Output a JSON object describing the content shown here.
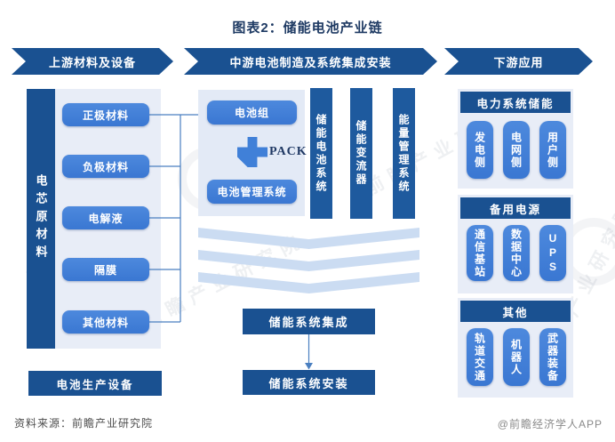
{
  "title": "图表2：储能电池产业链",
  "banners": {
    "upstream": "上游材料及设备",
    "midstream": "中游电池制造及系统集成安装",
    "downstream": "下游应用"
  },
  "upstream": {
    "side_label": "电芯原材料",
    "materials": [
      "正极材料",
      "负极材料",
      "电解液",
      "隔膜",
      "其他材料"
    ],
    "equipment": "电池生产设备"
  },
  "midstream": {
    "battery_pack": "电池组",
    "pack_label": "PACK",
    "bms": "电池管理系统",
    "system_bars": [
      "储能电池系统",
      "储能变流器",
      "能量管理系统"
    ],
    "integration": "储能系统集成",
    "installation": "储能系统安装"
  },
  "downstream": {
    "groups": [
      {
        "header": "电力系统储能",
        "items": [
          "发电侧",
          "电网侧",
          "用户侧"
        ]
      },
      {
        "header": "备用电源",
        "items": [
          "通信基站",
          "数据中心",
          "UPS"
        ]
      },
      {
        "header": "其他",
        "items": [
          "轨道交通",
          "机器人",
          "武器装备"
        ]
      }
    ]
  },
  "footer": {
    "source": "资料来源：前瞻产业研究院",
    "credit": "@前瞻经济学人APP"
  },
  "watermark": {
    "text": "前瞻产业研究院"
  },
  "colors": {
    "dark_blue": "#1a5191",
    "medium_blue": "#3f7ed5",
    "light_panel": "#e8edf7",
    "stripe_blue": "#cbdcf2",
    "navy_text": "#1f3863"
  }
}
